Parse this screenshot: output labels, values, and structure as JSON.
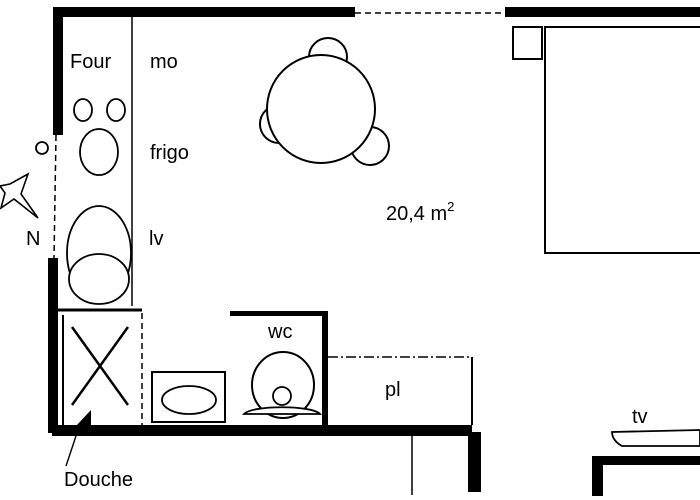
{
  "labels": {
    "oven": "Four",
    "microwave": "mo",
    "fridge": "frigo",
    "dishwasher": "lv",
    "area": "20,4 m",
    "area_exponent": "2",
    "toilet": "wc",
    "closet": "pl",
    "tv": "tv",
    "shower": "Douche",
    "north": "N"
  },
  "colors": {
    "ink": "#000000",
    "background": "#ffffff"
  }
}
